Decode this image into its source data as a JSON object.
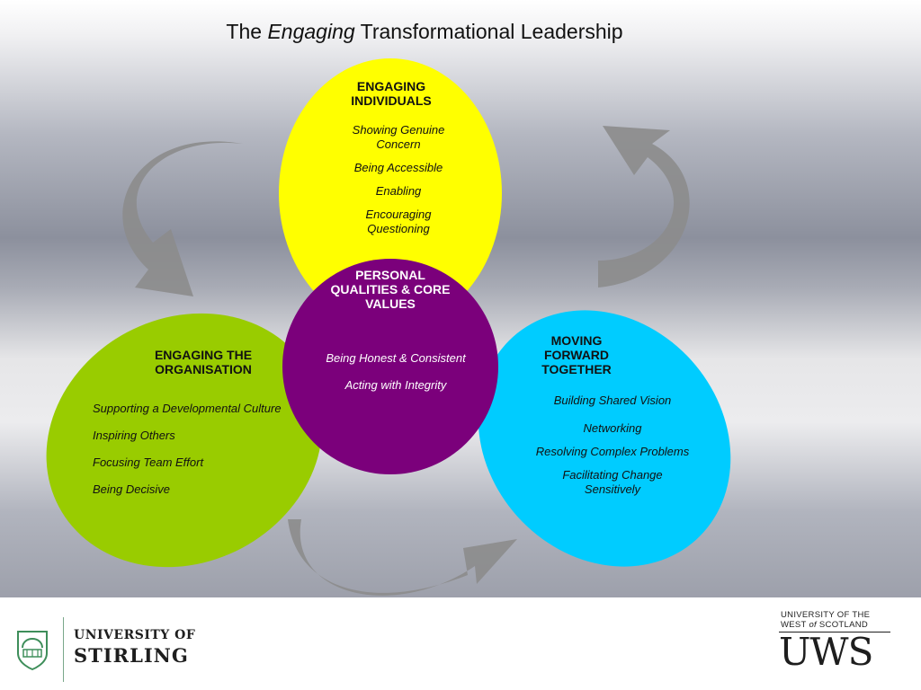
{
  "title": {
    "prefix": "The",
    "emphasis": "Engaging",
    "suffix": "Transformational Leadership"
  },
  "colors": {
    "individuals": "#ffff00",
    "organisation": "#99cc00",
    "together": "#00ccff",
    "core": "#7b007b",
    "arrows": "#8c8c8c"
  },
  "nodes": {
    "individuals": {
      "heading": [
        "ENGAGING",
        "INDIVIDUALS"
      ],
      "items": [
        "Showing Genuine Concern",
        "Being Accessible",
        "Enabling",
        "Encouraging Questioning"
      ]
    },
    "core": {
      "heading": [
        "PERSONAL",
        "QUALITIES & CORE",
        "VALUES"
      ],
      "items": [
        "Being Honest & Consistent",
        "Acting with Integrity"
      ]
    },
    "organisation": {
      "heading": [
        "ENGAGING THE",
        "ORGANISATION"
      ],
      "items": [
        "Supporting a Developmental Culture",
        "Inspiring Others",
        "Focusing Team Effort",
        "Being Decisive"
      ]
    },
    "together": {
      "heading": [
        "MOVING",
        "FORWARD",
        "TOGETHER"
      ],
      "items": [
        "Building Shared Vision",
        "Networking",
        "Resolving Complex Problems",
        "Facilitating Change Sensitively"
      ]
    }
  },
  "logos": {
    "stirling": {
      "line1": "UNIVERSITY OF",
      "line2": "STIRLING"
    },
    "uws": {
      "line1": "UNIVERSITY OF THE",
      "line2_pre": "WEST",
      "line2_em": "of",
      "line2_post": "SCOTLAND",
      "mark": "UWS"
    }
  }
}
